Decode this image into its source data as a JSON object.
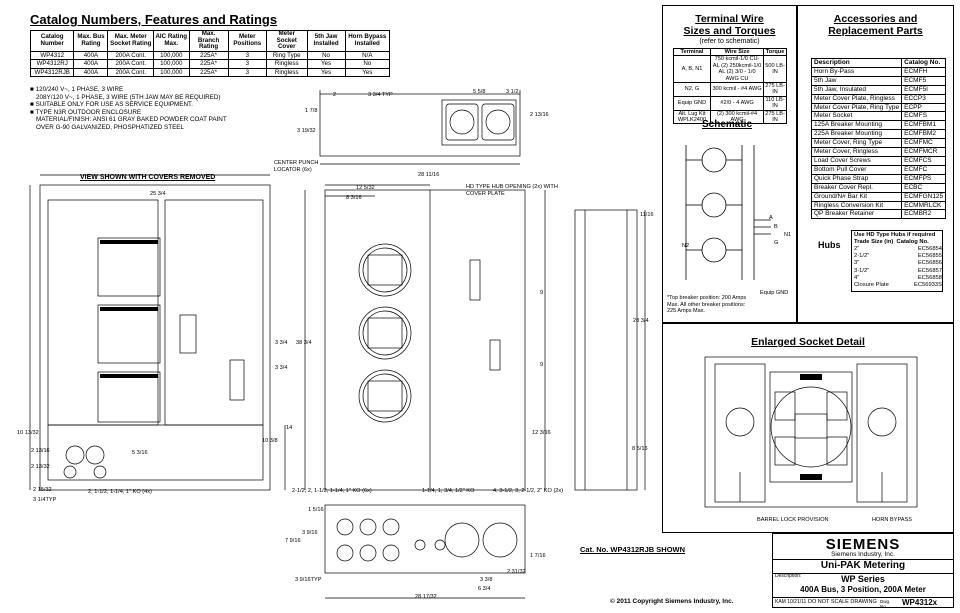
{
  "catalog": {
    "title": "Catalog Numbers, Features and Ratings",
    "headers": [
      "Catalog Number",
      "Max. Bus Rating",
      "Max. Meter Socket Rating",
      "AIC Rating Max.",
      "Max. Branch Rating",
      "Meter Positions",
      "Meter Socket Cover",
      "5th Jaw Installed",
      "Horn Bypass Installed"
    ],
    "rows": [
      [
        "WP4312",
        "400A",
        "200A Cont.",
        "100,000",
        "225A*",
        "3",
        "Ring Type",
        "No",
        "N/A"
      ],
      [
        "WP4312RJ",
        "400A",
        "200A Cont.",
        "100,000",
        "225A*",
        "3",
        "Ringless",
        "Yes",
        "No"
      ],
      [
        "WP4312RJB",
        "400A",
        "200A Cont.",
        "100,000",
        "225A*",
        "3",
        "Ringless",
        "Yes",
        "Yes"
      ]
    ]
  },
  "notes": [
    "120/240 V~, 1 PHASE, 3 WIRE",
    "208Y/120 V~, 1 PHASE, 3 WIRE (5TH JAW MAY BE REQUIRED)",
    "SUITABLE ONLY FOR USE AS SERVICE EQUIPMENT.",
    "TYPE N3R OUTDOOR ENCLOSURE",
    "MATERIAL/FINISH: ANSI 61 GRAY BAKED POWDER COAT PAINT",
    "OVER G-90 GALVANIZED, PHOSPHATIZED STEEL"
  ],
  "view_label": "VIEW SHOWN WITH COVERS REMOVED",
  "terminal": {
    "title1": "Terminal Wire",
    "title2": "Sizes and Torques",
    "subtitle": "(refer to schematic)",
    "headers": [
      "Terminal",
      "Wire Size",
      "Torque"
    ],
    "rows": [
      [
        "A, B, N1",
        "750 kcmil-1/0 CU-AL (2) 250kcmil-1/0 AL (2) 3/0 - 1/0 AWG CU",
        "500 LB-IN"
      ],
      [
        "N2, G",
        "300 kcmil - #4 AWG",
        "275 LB-IN"
      ],
      [
        "Equip GND",
        "#2/0 - 4 AWG",
        "110 LB-IN"
      ],
      [
        "Alt. Lug Kit WPLK2400",
        "(2) 300 kcmil-#4 AWG",
        "275 LB-IN"
      ]
    ]
  },
  "schematic": {
    "title": "Schematic",
    "labels": [
      "A",
      "B",
      "N1",
      "G",
      "N2",
      "Equip GND"
    ],
    "note": "*Top breaker position: 200 Amps Max. All other breaker positions: 225 Amps Max."
  },
  "accessories": {
    "title1": "Accessories and",
    "title2": "Replacement Parts",
    "headers": [
      "Description",
      "Catalog No."
    ],
    "rows": [
      [
        "Horn By-Pass",
        "ECMFH"
      ],
      [
        "5th Jaw",
        "ECMF5"
      ],
      [
        "5th Jaw, Insulated",
        "ECMF5I"
      ],
      [
        "Meter Cover Plate, Ringless",
        "ECCP3"
      ],
      [
        "Meter Cover Plate, Ring Type",
        "ECPP"
      ],
      [
        "Meter Socket",
        "ECMFS"
      ],
      [
        "125A Breaker Mounting",
        "ECMFBM1"
      ],
      [
        "225A Breaker Mounting",
        "ECMFBM2"
      ],
      [
        "Meter Cover, Ring Type",
        "ECMFMC"
      ],
      [
        "Meter Cover, Ringless",
        "ECMFMCR"
      ],
      [
        "Load Cover Screws",
        "ECMFCS"
      ],
      [
        "Bottom Pull Cover",
        "ECMFC"
      ],
      [
        "Quick Phase Strap",
        "ECMFPS"
      ],
      [
        "Breaker Cover Repl.",
        "ECBC"
      ],
      [
        "Ground/N# Bar Kit",
        "ECMFGN125"
      ],
      [
        "Ringless Conversion Kit",
        "ECMMRLCK"
      ],
      [
        "QP Breaker Retainer",
        "ECMBR2"
      ]
    ]
  },
  "hubs": {
    "title": "Hubs",
    "note": "Use HD Type Hubs if required",
    "headers": [
      "Trade Size (in)",
      "Catalog No."
    ],
    "rows": [
      [
        "2\"",
        "EC56854"
      ],
      [
        "2-1/2\"",
        "EC56855"
      ],
      [
        "3\"",
        "EC56856"
      ],
      [
        "3-1/2\"",
        "EC56857"
      ],
      [
        "4\"",
        "EC56858"
      ],
      [
        "Closure Plate",
        "EC56933S"
      ]
    ]
  },
  "socket_detail": {
    "title": "Enlarged Socket Detail",
    "label_left": "BARREL LOCK PROVISION",
    "label_right": "HORN BYPASS"
  },
  "dims": {
    "top_2": "2",
    "top_3_3_4typ": "3 3/4 TYP",
    "top_5_5_8": "5 5/8",
    "top_3_1_2": "3 1/2",
    "top_1_7_8": "1 7/8",
    "top_3_19_32": "3 19/32",
    "top_2_13_16": "2 13/16",
    "top_28_11_16": "28 11/16",
    "center_punch": "CENTER PUNCH LOCATOR (6x)",
    "hub_opening": "HD TYPE HUB OPENING (2x) WITH COVER PLATE",
    "w_25_3_4": "25 3/4",
    "w_12_5_32": "12 5/32",
    "w_8_3_16": "8 3/16",
    "h_38_3_4": "38 3/4",
    "h_3_3_4": "3 3/4",
    "h_3_3_4b": "3 3/4",
    "h_14": "14",
    "h_10_3_8": "10 3/8",
    "h_9a": "9",
    "h_9b": "9",
    "h_12_3_16": "12 3/16",
    "l_10_13_32": "10 13/32",
    "l_2_13_16": "2 13/16",
    "l_2_13_32": "2 13/32",
    "l_5_3_16": "5 3/16",
    "l_2_15_32": "2 15/32",
    "l_3_1_4typ": "3 1/4TYP",
    "ko_left": "2, 1-1/2, 1-1/4, 1\" KO (4x)",
    "side_11_16": "11/16",
    "side_28_3_4": "28 3/4",
    "side_8_5_16": "8 5/16",
    "bot_ko1": "2-1/2, 2, 1-1/2, 1-1/4, 1\" KO (6x)",
    "bot_ko2": "1-1/4, 1, 3/4, 1/2\" KO",
    "bot_ko3": "4, 3-1/2, 3, 2-1/2, 2\" KO (2x)",
    "bot_1_5_16": "1 5/16",
    "bot_3_9_16": "3 9/16",
    "bot_7_9_16": "7 9/16",
    "bot_1_7_16": "1 7/16",
    "bot_2_31_32": "2 31/32",
    "bot_3_3_8": "3 3/8",
    "bot_3_9_16typ": "3 9/16TYP",
    "bot_6_3_4": "6 3/4",
    "bot_28_17_32": "28 17/32"
  },
  "cat_shown": "Cat. No. WP4312RJB SHOWN",
  "copyright": "© 2011 Copyright Siemens Industry, Inc.",
  "title_block": {
    "brand": "SIEMENS",
    "company": "Siemens Industry, Inc.",
    "product": "Uni-PAK  Metering",
    "desc_label": "Description:",
    "series": "WP Series",
    "desc": "400A Bus, 3 Position, 200A Meter",
    "kam": "KAM  10/21/11",
    "scale": "DO NOT SCALE DRAWING",
    "dwg_label": "Dwg. No.",
    "dwg": "WP4312x"
  }
}
